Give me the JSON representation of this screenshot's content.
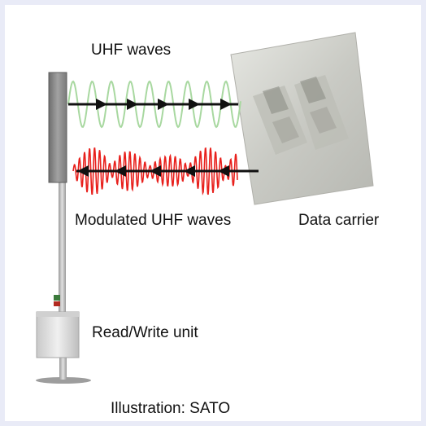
{
  "labels": {
    "uhf_waves": "UHF waves",
    "modulated_uhf_waves": "Modulated UHF waves",
    "data_carrier": "Data carrier",
    "read_write_unit": "Read/Write unit",
    "caption": "Illustration: SATO"
  },
  "colors": {
    "background": "#ffffff",
    "border": "#e9ebf7",
    "uhf_wave": "#a8d8a0",
    "modulated_wave": "#e8201c",
    "arrow": "#111111",
    "antenna": "#8a8a8a",
    "pole": "#b9b9b9",
    "unit_box": "#dcdcdc",
    "card": "#d6d7d2"
  },
  "icons": {
    "antenna": "antenna-panel-icon",
    "unit": "reader-writer-box-icon",
    "card": "data-carrier-tag-icon"
  }
}
